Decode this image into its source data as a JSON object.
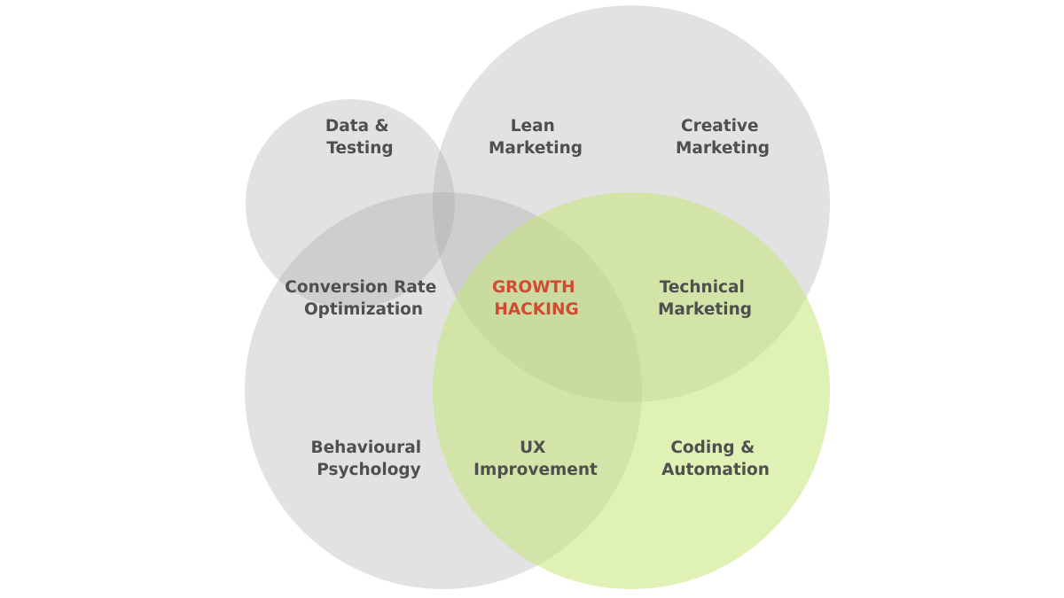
{
  "diagram": {
    "type": "venn",
    "colors": {
      "gray_circle": "#a0a0a0",
      "green_circle": "#c4e676",
      "label_text": "#4f4f4f",
      "center_text": "#d34a33"
    },
    "circles": [
      {
        "name": "top-left",
        "color": "gray"
      },
      {
        "name": "top-right",
        "color": "gray"
      },
      {
        "name": "bottom-left",
        "color": "gray"
      },
      {
        "name": "bottom-right",
        "color": "green"
      }
    ],
    "labels": {
      "data_testing": [
        "Data &",
        "Testing"
      ],
      "lean_marketing": [
        "Lean",
        "Marketing"
      ],
      "creative_marketing": [
        "Creative",
        "Marketing"
      ],
      "conversion_rate": [
        "Conversion Rate",
        "Optimization"
      ],
      "growth_hacking": [
        "GROWTH",
        "HACKING"
      ],
      "technical_marketing": [
        "Technical",
        "Marketing"
      ],
      "behavioural_psychology": [
        "Behavioural",
        "Psychology"
      ],
      "ux_improvement": [
        "UX",
        "Improvement"
      ],
      "coding_automation": [
        "Coding &",
        "Automation"
      ]
    }
  }
}
